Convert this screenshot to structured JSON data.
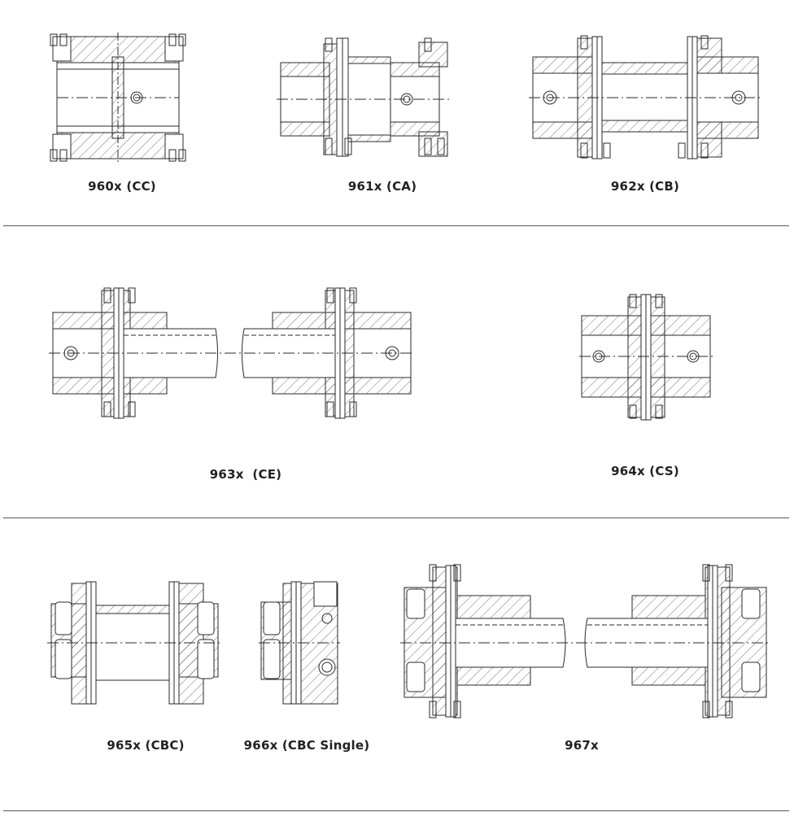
{
  "captions": {
    "c960": "960x (CC)",
    "c961": "961x (CA)",
    "c962": "962x (CB)",
    "c963": "963x  (CE)",
    "c964": "964x (CS)",
    "c965": "965x (CBC)",
    "c966": "966x (CBC Single)",
    "c967": "967x"
  },
  "colors": {
    "line": "#2a2a2a",
    "rule": "#555555"
  }
}
